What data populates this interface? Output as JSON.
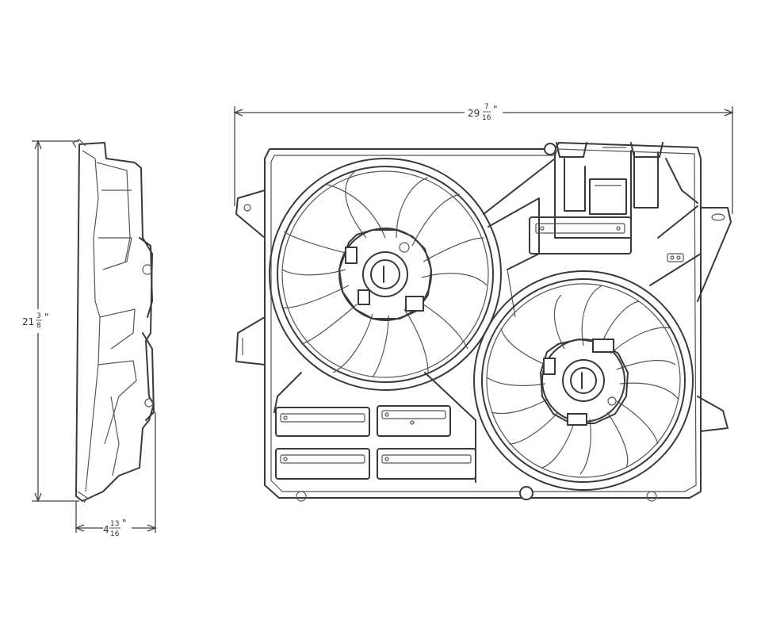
{
  "dimensions": {
    "width": {
      "whole": "29",
      "num": "7",
      "den": "16",
      "unit": "\""
    },
    "height": {
      "whole": "21",
      "num": "3",
      "den": "8",
      "unit": "\""
    },
    "depth": {
      "whole": "4",
      "num": "13",
      "den": "16",
      "unit": "\""
    }
  },
  "colors": {
    "line": "#3a3a3a",
    "background": "#ffffff"
  }
}
